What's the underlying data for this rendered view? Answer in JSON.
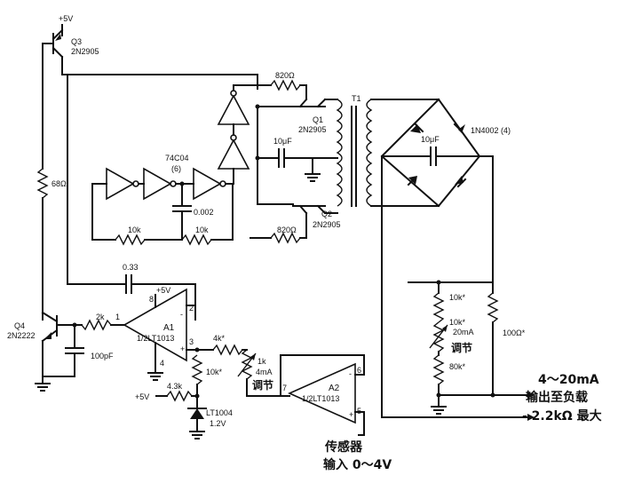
{
  "supply": {
    "vcc1": "+5V",
    "vcc2": "+5V",
    "vcc3": "+5V"
  },
  "transistors": {
    "q3": {
      "ref": "Q3",
      "part": "2N2905"
    },
    "q1": {
      "ref": "Q1",
      "part": "2N2905"
    },
    "q2": {
      "ref": "Q2",
      "part": "2N2905"
    },
    "q4": {
      "ref": "Q4",
      "part": "2N2222"
    }
  },
  "resistors": {
    "r68": "68Ω",
    "r820a": "820Ω",
    "r820b": "820Ω",
    "r10ka": "10k",
    "r10kb": "10k",
    "r2k": "2k",
    "r4k": "4k*",
    "r10kstar": "10k*",
    "r43k": "4.3k",
    "r1k": "1k",
    "r1k_note": "4mA",
    "r10k_top": "10k*",
    "r10k_mid": "10k*",
    "r10k_mid_note": "20mA",
    "r80k": "80k*",
    "r100": "100Ω*"
  },
  "capacitors": {
    "c10u_a": "10μF",
    "c10u_b": "10μF",
    "c002": "0.002",
    "c033": "0.33",
    "c100p": "100pF"
  },
  "ics": {
    "inv": "74C04",
    "inv_pin": "(6)",
    "a1_ref": "A1",
    "a1_part": "1/2LT1013",
    "a2_ref": "A2",
    "a2_part": "1/2LT1013",
    "ref_part": "LT1004",
    "ref_volt": "1.2V"
  },
  "magnetics": {
    "t1": "T1",
    "diodes": "1N4002 (4)"
  },
  "pins": {
    "a1_p1": "1",
    "a1_p2": "2",
    "a1_p3": "3",
    "a1_p4": "4",
    "a1_p8": "8",
    "a1_minus": "-",
    "a1_plus": "+",
    "a2_p5": "5",
    "a2_p6": "6",
    "a2_p7": "7",
    "a2_minus": "-",
    "a2_plus": "+"
  },
  "adjust": {
    "label1": "调节",
    "label2": "调节"
  },
  "output": {
    "line1": "4～20mA",
    "line2": "输出至负载",
    "line3": "- 2.2kΩ 最大"
  },
  "sensor": {
    "line1": "传感器",
    "line2": "输入 0～4V"
  }
}
